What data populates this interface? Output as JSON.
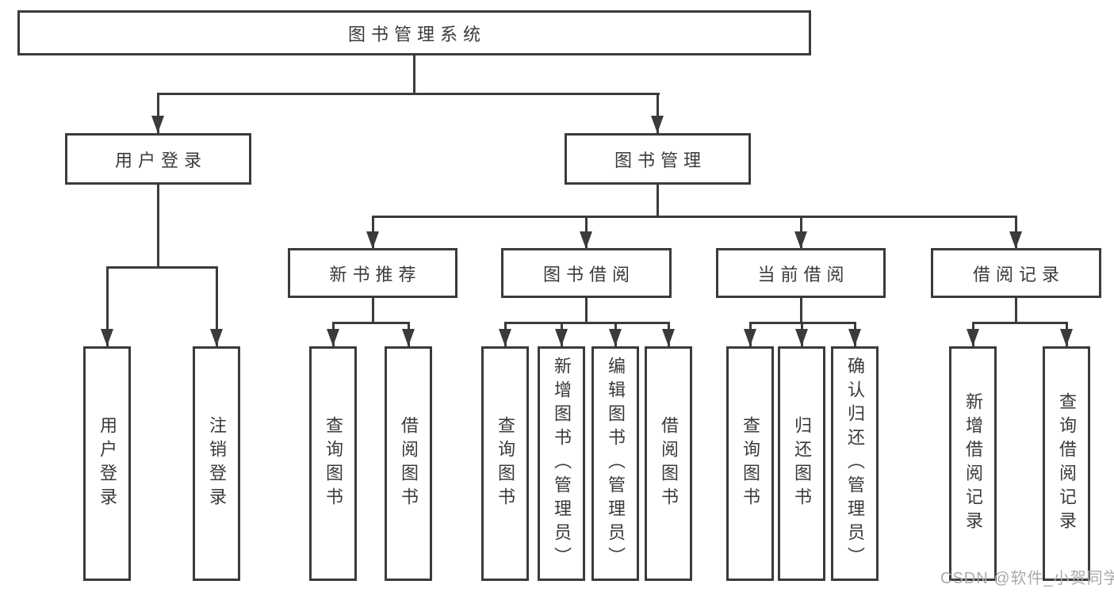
{
  "tree": {
    "root": "图书管理系统",
    "children": [
      {
        "label": "用户登录",
        "children": [
          "用户登录",
          "注销登录"
        ]
      },
      {
        "label": "图书管理",
        "children": [
          {
            "label": "新书推荐",
            "children": [
              "查询图书",
              "借阅图书"
            ]
          },
          {
            "label": "图书借阅",
            "children": [
              "查询图书",
              "新增图书（管理员）",
              "编辑图书（管理员）",
              "借阅图书"
            ]
          },
          {
            "label": "当前借阅",
            "children": [
              "查询图书",
              "归还图书",
              "确认归还（管理员）"
            ]
          },
          {
            "label": "借阅记录",
            "children": [
              "新增借阅记录",
              "查询借阅记录"
            ]
          }
        ]
      }
    ]
  },
  "watermark": {
    "text": "CSDN @软件_小贺同学"
  },
  "colors": {
    "line": "#3b3b3b",
    "text": "#3a3a3a",
    "box_background": "#ffffff",
    "watermark": "#ababab",
    "page_background": "#ffffff"
  }
}
